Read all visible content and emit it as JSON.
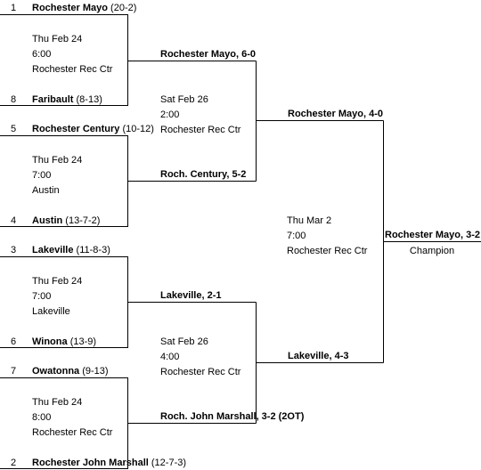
{
  "first_round": [
    {
      "top": {
        "seed": "1",
        "team": "Rochester Mayo",
        "record": "(20-2)"
      },
      "bottom": {
        "seed": "8",
        "team": "Faribault",
        "record": "(8-13)"
      },
      "date": "Thu Feb 24",
      "time": "6:00",
      "venue": "Rochester Rec Ctr",
      "result": "Rochester Mayo, 6-0"
    },
    {
      "top": {
        "seed": "5",
        "team": "Rochester Century",
        "record": "(10-12)"
      },
      "bottom": {
        "seed": "4",
        "team": "Austin",
        "record": "(13-7-2)"
      },
      "date": "Thu Feb 24",
      "time": "7:00",
      "venue": "Austin",
      "result": "Roch. Century, 5-2"
    },
    {
      "top": {
        "seed": "3",
        "team": "Lakeville",
        "record": "(11-8-3)"
      },
      "bottom": {
        "seed": "6",
        "team": "Winona",
        "record": "(13-9)"
      },
      "date": "Thu Feb 24",
      "time": "7:00",
      "venue": "Lakeville",
      "result": "Lakeville, 2-1"
    },
    {
      "top": {
        "seed": "7",
        "team": "Owatonna",
        "record": "(9-13)"
      },
      "bottom": {
        "seed": "2",
        "team": "Rochester John Marshall",
        "record": "(12-7-3)"
      },
      "date": "Thu Feb 24",
      "time": "8:00",
      "venue": "Rochester Rec Ctr",
      "result": "Roch. John Marshall, 3-2 (2OT)"
    }
  ],
  "semifinals": [
    {
      "date": "Sat Feb 26",
      "time": "2:00",
      "venue": "Rochester Rec Ctr",
      "result": "Rochester Mayo, 4-0"
    },
    {
      "date": "Sat Feb 26",
      "time": "4:00",
      "venue": "Rochester Rec Ctr",
      "result": "Lakeville, 4-3"
    }
  ],
  "final": {
    "date": "Thu Mar 2",
    "time": "7:00",
    "venue": "Rochester Rec Ctr",
    "result": "Rochester Mayo, 3-2",
    "champion_label": "Champion"
  },
  "colors": {
    "line": "#000000",
    "background": "#ffffff"
  }
}
